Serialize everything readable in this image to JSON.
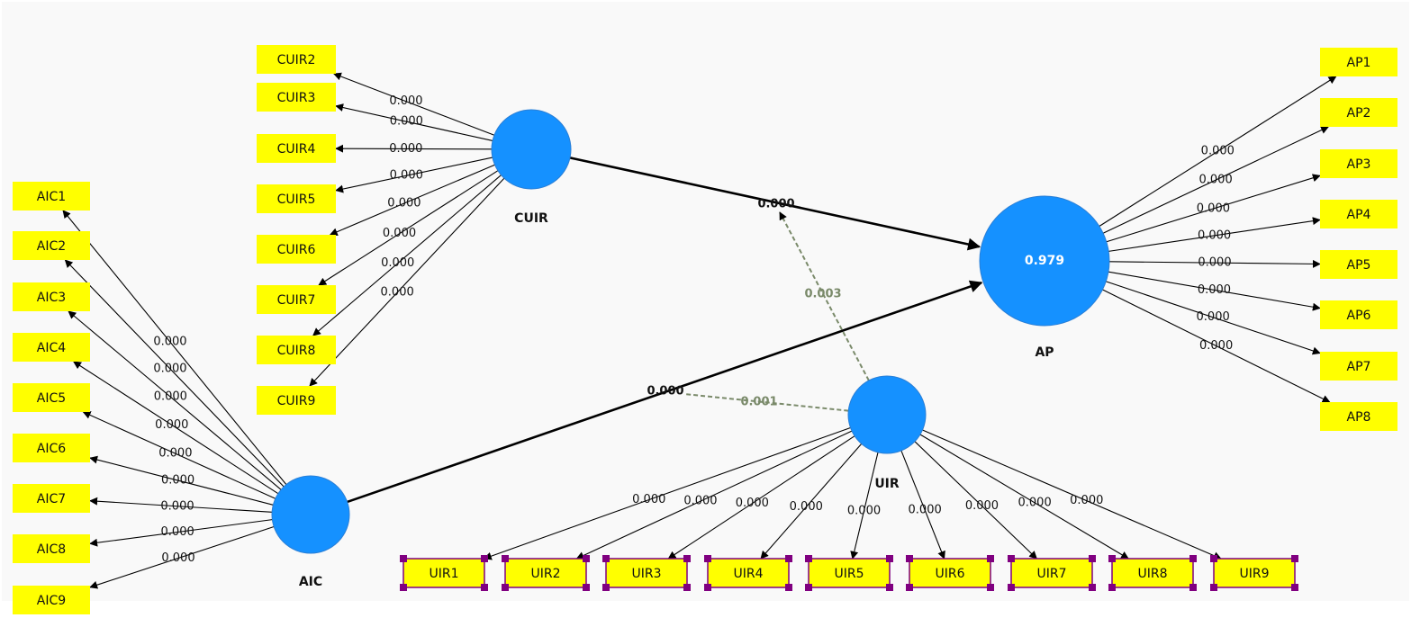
{
  "colors": {
    "construct_fill": "#1591ff",
    "construct_stroke": "#2a7fd6",
    "indicator_fill": "#ffff00",
    "selected_border": "#800080",
    "moderation_line": "#7a8a6a",
    "canvas_bg": "#f9f9f9"
  },
  "constructs": [
    {
      "id": "CUIR",
      "name": "CUIR",
      "value": ""
    },
    {
      "id": "AP",
      "name": "AP",
      "value": "0.979"
    },
    {
      "id": "AIC",
      "name": "AIC",
      "value": ""
    },
    {
      "id": "UIR",
      "name": "UIR",
      "value": ""
    }
  ],
  "indicators": {
    "CUIR": [
      "CUIR2",
      "CUIR3",
      "CUIR4",
      "CUIR5",
      "CUIR6",
      "CUIR7",
      "CUIR8",
      "CUIR9"
    ],
    "AP": [
      "AP1",
      "AP2",
      "AP3",
      "AP4",
      "AP5",
      "AP6",
      "AP7",
      "AP8"
    ],
    "AIC": [
      "AIC1",
      "AIC2",
      "AIC3",
      "AIC4",
      "AIC5",
      "AIC6",
      "AIC7",
      "AIC8",
      "AIC9"
    ],
    "UIR": [
      "UIR1",
      "UIR2",
      "UIR3",
      "UIR4",
      "UIR5",
      "UIR6",
      "UIR7",
      "UIR8",
      "UIR9"
    ]
  },
  "loadings": {
    "CUIR": [
      "0.000",
      "0.000",
      "0.000",
      "0.000",
      "0.000",
      "0.000",
      "0.000",
      "0.000"
    ],
    "AP": [
      "0.000",
      "0.000",
      "0.000",
      "0.000",
      "0.000",
      "0.000",
      "0.000",
      "0.000"
    ],
    "AIC": [
      "0.000",
      "0.000",
      "0.000",
      "0.000",
      "0.000",
      "0.000",
      "0.000",
      "0.000",
      "0.000"
    ],
    "UIR": [
      "0.000",
      "0.000",
      "0.000",
      "0.000",
      "0.000",
      "0.000",
      "0.000",
      "0.000",
      "0.000"
    ]
  },
  "paths": [
    {
      "from": "CUIR",
      "to": "AP",
      "value": "0.000"
    },
    {
      "from": "AIC",
      "to": "AP",
      "value": "0.000"
    }
  ],
  "moderations": [
    {
      "from": "UIR",
      "to": "CUIR->AP",
      "value": "0.003"
    },
    {
      "from": "UIR",
      "to": "AIC->AP",
      "value": "0.001"
    }
  ]
}
